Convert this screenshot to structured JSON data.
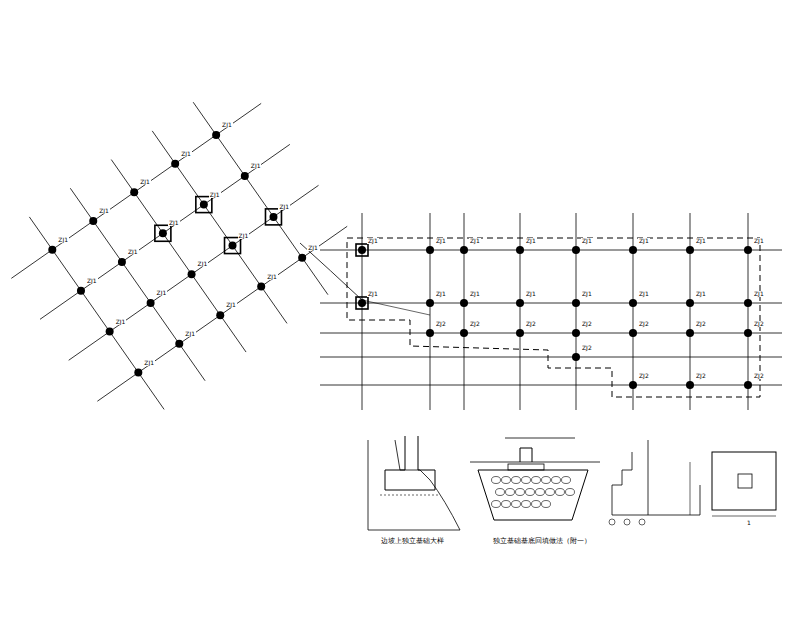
{
  "diagram": {
    "labels": [
      "边坡上独立基础大样",
      "独立基础基底回填做法（附一）",
      "1",
      "ZJ1",
      "ZJ1",
      "ZJ1",
      "ZJ1",
      "ZJ1",
      "ZJ1",
      "ZJ1",
      "ZJ1",
      "ZJ1",
      "ZJ1",
      "ZJ1",
      "ZJ1",
      "ZJ1",
      "ZJ1",
      "ZJ1",
      "ZJ1",
      "ZJ2",
      "ZJ2",
      "ZJ2",
      "ZJ2",
      "ZJ2",
      "ZJ2",
      "ZJ2",
      "ZJ2",
      "ZJ2",
      "ZJ2",
      "ZJ2",
      "ZJ1",
      "ZJ1",
      "ZJ1",
      "ZJ1",
      "ZJ1",
      "ZJ1",
      "ZJ1",
      "ZJ1",
      "ZJ1",
      "ZJ1",
      "ZJ1",
      "ZJ1",
      "ZJ1",
      "ZJ1",
      "ZJ1",
      "ZJ1",
      "ZJ1",
      "ZJ1",
      "ZJ1",
      "ZJ1"
    ]
  }
}
